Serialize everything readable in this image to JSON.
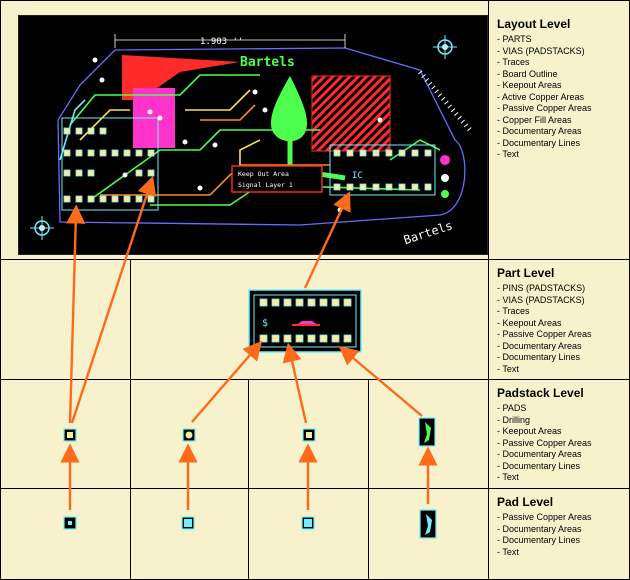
{
  "levels": [
    {
      "title": "Layout Level",
      "items": [
        "PARTS",
        "VIAS (PADSTACKS)",
        "Traces",
        "Board Outline",
        "Keepout Areas",
        "Active Copper Areas",
        "Passive Copper Areas",
        "Copper Fill Areas",
        "Documentary Areas",
        "Documentary Lines",
        "Text"
      ]
    },
    {
      "title": "Part Level",
      "items": [
        "PINS (PADSTACKS)",
        "VIAS (PADSTACKS)",
        "Traces",
        "Keepout Areas",
        "Passive Copper Areas",
        "Documentary Areas",
        "Documentary Lines",
        "Text"
      ]
    },
    {
      "title": "Padstack Level",
      "items": [
        "PADS",
        "Drilling",
        "Keepout Areas",
        "Passive Copper Areas",
        "Documentary Areas",
        "Documentary Lines",
        "Text"
      ]
    },
    {
      "title": "Pad Level",
      "items": [
        "Passive Copper Areas",
        "Documentary Areas",
        "Documentary Lines",
        "Text"
      ]
    }
  ],
  "board": {
    "dimension_label": "1.903 ''",
    "brand_top": "Bartels",
    "brand_bottom": "Bartels",
    "keepout_line1": "Keep Out Area",
    "keepout_line2": "Signal Layer 1",
    "ic_label": "IC",
    "dollar": "$"
  },
  "colors": {
    "arrow": "#ff6a1a",
    "trace_green": "#4cff4c",
    "copper_red": "#ff2a2a",
    "magenta": "#ff33cc",
    "outline_blue": "#6a6aff",
    "pad_cyan": "#6af0ff"
  }
}
